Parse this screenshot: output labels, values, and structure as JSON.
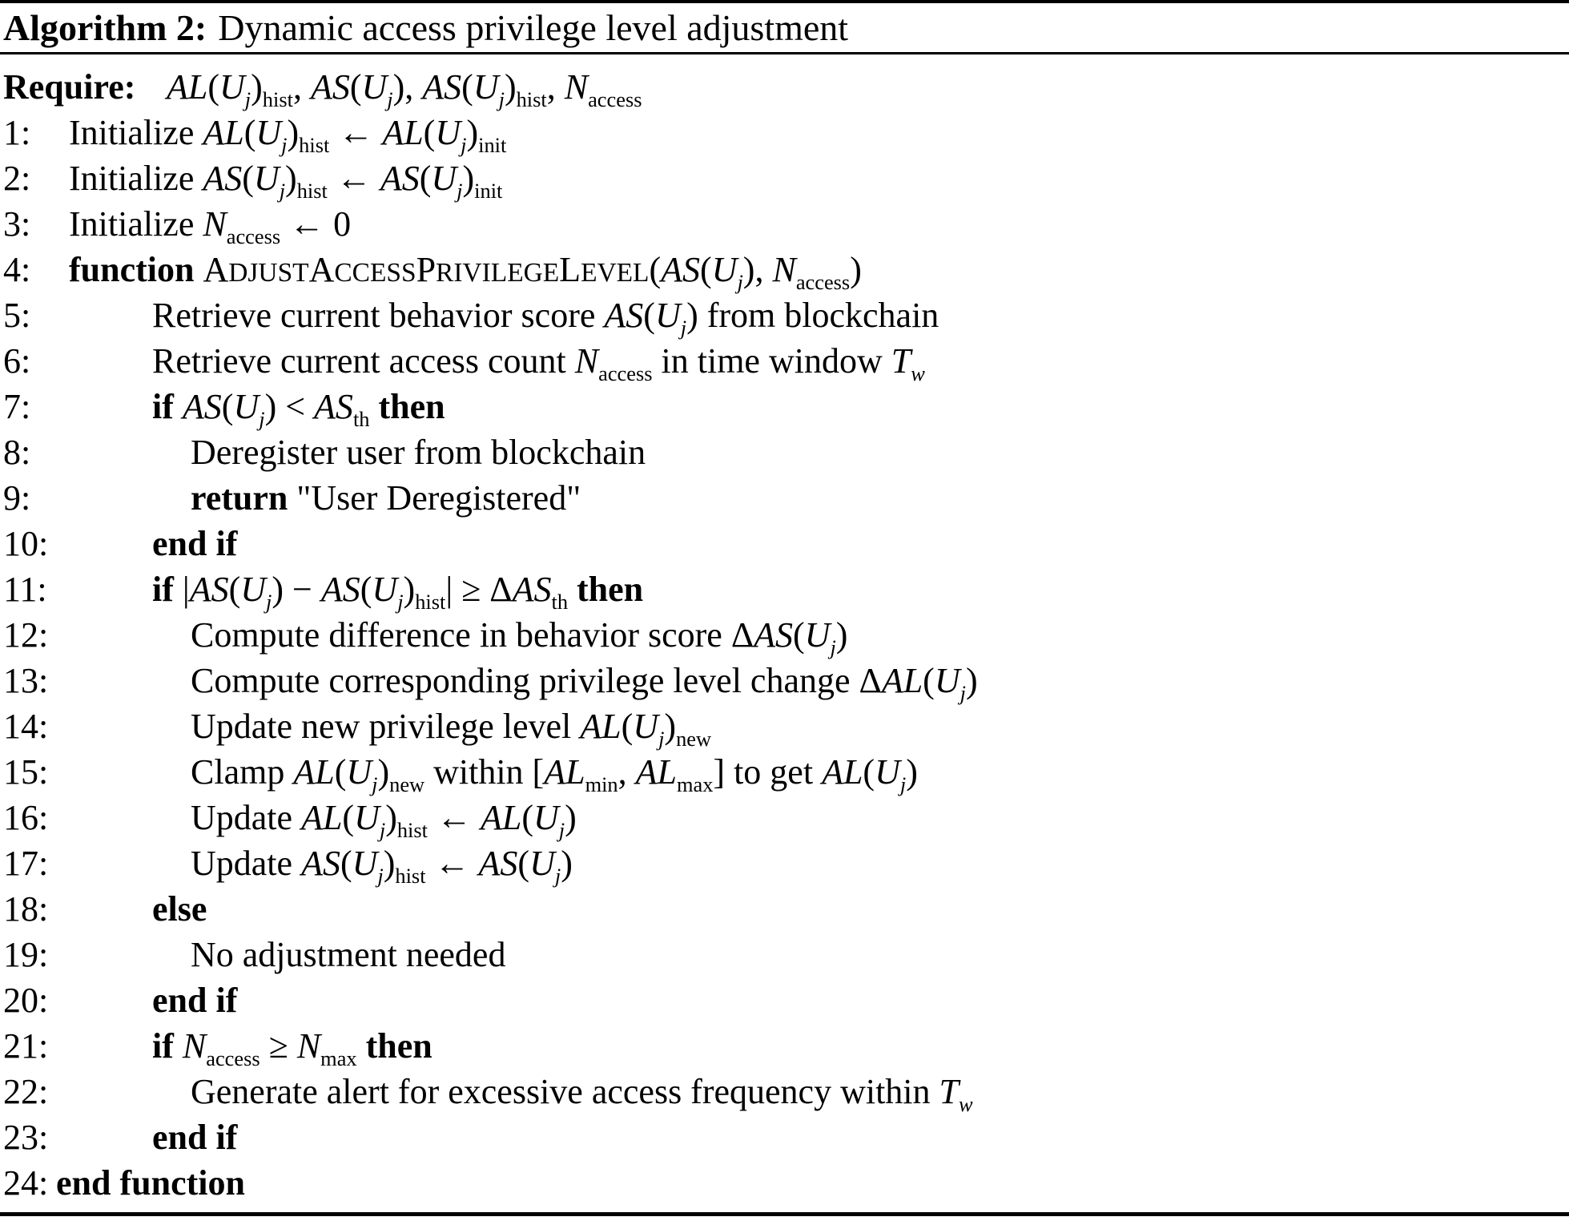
{
  "colors": {
    "text": "#000000",
    "background": "#ffffff"
  },
  "header": {
    "label": "Algorithm 2:",
    "title": "Dynamic access privilege level adjustment"
  },
  "require": {
    "label": "Require:",
    "tokens": [
      [
        "m",
        "AL"
      ],
      [
        "p",
        "("
      ],
      [
        "m",
        "U"
      ],
      [
        "si",
        "j"
      ],
      [
        "p",
        ")"
      ],
      [
        "s",
        "hist"
      ],
      [
        "p",
        ", "
      ],
      [
        "m",
        "AS"
      ],
      [
        "p",
        "("
      ],
      [
        "m",
        "U"
      ],
      [
        "si",
        "j"
      ],
      [
        "p",
        ")"
      ],
      [
        "p",
        ", "
      ],
      [
        "m",
        "AS"
      ],
      [
        "p",
        "("
      ],
      [
        "m",
        "U"
      ],
      [
        "si",
        "j"
      ],
      [
        "p",
        ")"
      ],
      [
        "s",
        "hist"
      ],
      [
        "p",
        ", "
      ],
      [
        "m",
        "N"
      ],
      [
        "s",
        "access"
      ]
    ]
  },
  "lines": [
    {
      "num": "1:",
      "indent": 1,
      "tokens": [
        [
          "p",
          "Initialize "
        ],
        [
          "m",
          "AL"
        ],
        [
          "p",
          "("
        ],
        [
          "m",
          "U"
        ],
        [
          "si",
          "j"
        ],
        [
          "p",
          ")"
        ],
        [
          "s",
          "hist"
        ],
        [
          "p",
          " ← "
        ],
        [
          "m",
          "AL"
        ],
        [
          "p",
          "("
        ],
        [
          "m",
          "U"
        ],
        [
          "si",
          "j"
        ],
        [
          "p",
          ")"
        ],
        [
          "s",
          "init"
        ]
      ]
    },
    {
      "num": "2:",
      "indent": 1,
      "tokens": [
        [
          "p",
          "Initialize "
        ],
        [
          "m",
          "AS"
        ],
        [
          "p",
          "("
        ],
        [
          "m",
          "U"
        ],
        [
          "si",
          "j"
        ],
        [
          "p",
          ")"
        ],
        [
          "s",
          "hist"
        ],
        [
          "p",
          " ← "
        ],
        [
          "m",
          "AS"
        ],
        [
          "p",
          "("
        ],
        [
          "m",
          "U"
        ],
        [
          "si",
          "j"
        ],
        [
          "p",
          ")"
        ],
        [
          "s",
          "init"
        ]
      ]
    },
    {
      "num": "3:",
      "indent": 1,
      "tokens": [
        [
          "p",
          "Initialize "
        ],
        [
          "m",
          "N"
        ],
        [
          "s",
          "access"
        ],
        [
          "p",
          " ← 0"
        ]
      ]
    },
    {
      "num": "4:",
      "indent": 1,
      "tokens": [
        [
          "b",
          "function "
        ],
        [
          "sc",
          "AdjustAccessPrivilegeLevel"
        ],
        [
          "p",
          "("
        ],
        [
          "m",
          "AS"
        ],
        [
          "p",
          "("
        ],
        [
          "m",
          "U"
        ],
        [
          "si",
          "j"
        ],
        [
          "p",
          ")"
        ],
        [
          "p",
          ", "
        ],
        [
          "m",
          "N"
        ],
        [
          "s",
          "access"
        ],
        [
          "p",
          ")"
        ]
      ]
    },
    {
      "num": "5:",
      "indent": 2,
      "tokens": [
        [
          "p",
          "Retrieve current behavior score "
        ],
        [
          "m",
          "AS"
        ],
        [
          "p",
          "("
        ],
        [
          "m",
          "U"
        ],
        [
          "si",
          "j"
        ],
        [
          "p",
          ")"
        ],
        [
          "p",
          " from blockchain"
        ]
      ]
    },
    {
      "num": "6:",
      "indent": 2,
      "tokens": [
        [
          "p",
          "Retrieve current access count "
        ],
        [
          "m",
          "N"
        ],
        [
          "s",
          "access"
        ],
        [
          "p",
          " in time window "
        ],
        [
          "m",
          "T"
        ],
        [
          "si",
          "w"
        ]
      ]
    },
    {
      "num": "7:",
      "indent": 2,
      "tokens": [
        [
          "b",
          "if "
        ],
        [
          "m",
          "AS"
        ],
        [
          "p",
          "("
        ],
        [
          "m",
          "U"
        ],
        [
          "si",
          "j"
        ],
        [
          "p",
          ")"
        ],
        [
          "p",
          " < "
        ],
        [
          "m",
          "AS"
        ],
        [
          "s",
          "th"
        ],
        [
          "b",
          " then"
        ]
      ]
    },
    {
      "num": "8:",
      "indent": 3,
      "tokens": [
        [
          "p",
          "Deregister user from blockchain"
        ]
      ]
    },
    {
      "num": "9:",
      "indent": 3,
      "tokens": [
        [
          "b",
          "return "
        ],
        [
          "p",
          "\"User Deregistered\""
        ]
      ]
    },
    {
      "num": "10:",
      "indent": 2,
      "tokens": [
        [
          "b",
          "end if"
        ]
      ]
    },
    {
      "num": "11:",
      "indent": 2,
      "tokens": [
        [
          "b",
          "if "
        ],
        [
          "p",
          "|"
        ],
        [
          "m",
          "AS"
        ],
        [
          "p",
          "("
        ],
        [
          "m",
          "U"
        ],
        [
          "si",
          "j"
        ],
        [
          "p",
          ")"
        ],
        [
          "p",
          " − "
        ],
        [
          "m",
          "AS"
        ],
        [
          "p",
          "("
        ],
        [
          "m",
          "U"
        ],
        [
          "si",
          "j"
        ],
        [
          "p",
          ")"
        ],
        [
          "s",
          "hist"
        ],
        [
          "p",
          "| ≥ Δ"
        ],
        [
          "m",
          "AS"
        ],
        [
          "s",
          "th"
        ],
        [
          "b",
          " then"
        ]
      ]
    },
    {
      "num": "12:",
      "indent": 3,
      "tokens": [
        [
          "p",
          "Compute difference in behavior score Δ"
        ],
        [
          "m",
          "AS"
        ],
        [
          "p",
          "("
        ],
        [
          "m",
          "U"
        ],
        [
          "si",
          "j"
        ],
        [
          "p",
          ")"
        ]
      ]
    },
    {
      "num": "13:",
      "indent": 3,
      "tokens": [
        [
          "p",
          "Compute corresponding privilege level change Δ"
        ],
        [
          "m",
          "AL"
        ],
        [
          "p",
          "("
        ],
        [
          "m",
          "U"
        ],
        [
          "si",
          "j"
        ],
        [
          "p",
          ")"
        ]
      ]
    },
    {
      "num": "14:",
      "indent": 3,
      "tokens": [
        [
          "p",
          "Update new privilege level "
        ],
        [
          "m",
          "AL"
        ],
        [
          "p",
          "("
        ],
        [
          "m",
          "U"
        ],
        [
          "si",
          "j"
        ],
        [
          "p",
          ")"
        ],
        [
          "s",
          "new"
        ]
      ]
    },
    {
      "num": "15:",
      "indent": 3,
      "tokens": [
        [
          "p",
          "Clamp "
        ],
        [
          "m",
          "AL"
        ],
        [
          "p",
          "("
        ],
        [
          "m",
          "U"
        ],
        [
          "si",
          "j"
        ],
        [
          "p",
          ")"
        ],
        [
          "s",
          "new"
        ],
        [
          "p",
          " within ["
        ],
        [
          "m",
          "AL"
        ],
        [
          "s",
          "min"
        ],
        [
          "p",
          ", "
        ],
        [
          "m",
          "AL"
        ],
        [
          "s",
          "max"
        ],
        [
          "p",
          "] to get "
        ],
        [
          "m",
          "AL"
        ],
        [
          "p",
          "("
        ],
        [
          "m",
          "U"
        ],
        [
          "si",
          "j"
        ],
        [
          "p",
          ")"
        ]
      ]
    },
    {
      "num": "16:",
      "indent": 3,
      "tokens": [
        [
          "p",
          "Update "
        ],
        [
          "m",
          "AL"
        ],
        [
          "p",
          "("
        ],
        [
          "m",
          "U"
        ],
        [
          "si",
          "j"
        ],
        [
          "p",
          ")"
        ],
        [
          "s",
          "hist"
        ],
        [
          "p",
          " ← "
        ],
        [
          "m",
          "AL"
        ],
        [
          "p",
          "("
        ],
        [
          "m",
          "U"
        ],
        [
          "si",
          "j"
        ],
        [
          "p",
          ")"
        ]
      ]
    },
    {
      "num": "17:",
      "indent": 3,
      "tokens": [
        [
          "p",
          "Update "
        ],
        [
          "m",
          "AS"
        ],
        [
          "p",
          "("
        ],
        [
          "m",
          "U"
        ],
        [
          "si",
          "j"
        ],
        [
          "p",
          ")"
        ],
        [
          "s",
          "hist"
        ],
        [
          "p",
          " ← "
        ],
        [
          "m",
          "AS"
        ],
        [
          "p",
          "("
        ],
        [
          "m",
          "U"
        ],
        [
          "si",
          "j"
        ],
        [
          "p",
          ")"
        ]
      ]
    },
    {
      "num": "18:",
      "indent": 2,
      "tokens": [
        [
          "b",
          "else"
        ]
      ]
    },
    {
      "num": "19:",
      "indent": 3,
      "tokens": [
        [
          "p",
          "No adjustment needed"
        ]
      ]
    },
    {
      "num": "20:",
      "indent": 2,
      "tokens": [
        [
          "b",
          "end if"
        ]
      ]
    },
    {
      "num": "21:",
      "indent": 2,
      "tokens": [
        [
          "b",
          "if "
        ],
        [
          "m",
          "N"
        ],
        [
          "s",
          "access"
        ],
        [
          "p",
          " ≥ "
        ],
        [
          "m",
          "N"
        ],
        [
          "s",
          "max"
        ],
        [
          "b",
          " then"
        ]
      ]
    },
    {
      "num": "22:",
      "indent": 3,
      "tokens": [
        [
          "p",
          "Generate alert for excessive access frequency within "
        ],
        [
          "m",
          "T"
        ],
        [
          "si",
          "w"
        ]
      ]
    },
    {
      "num": "23:",
      "indent": 2,
      "tokens": [
        [
          "b",
          "end if"
        ]
      ]
    },
    {
      "num": "24:",
      "indent": 0,
      "tokens": [
        [
          "b",
          "end function"
        ]
      ]
    }
  ]
}
